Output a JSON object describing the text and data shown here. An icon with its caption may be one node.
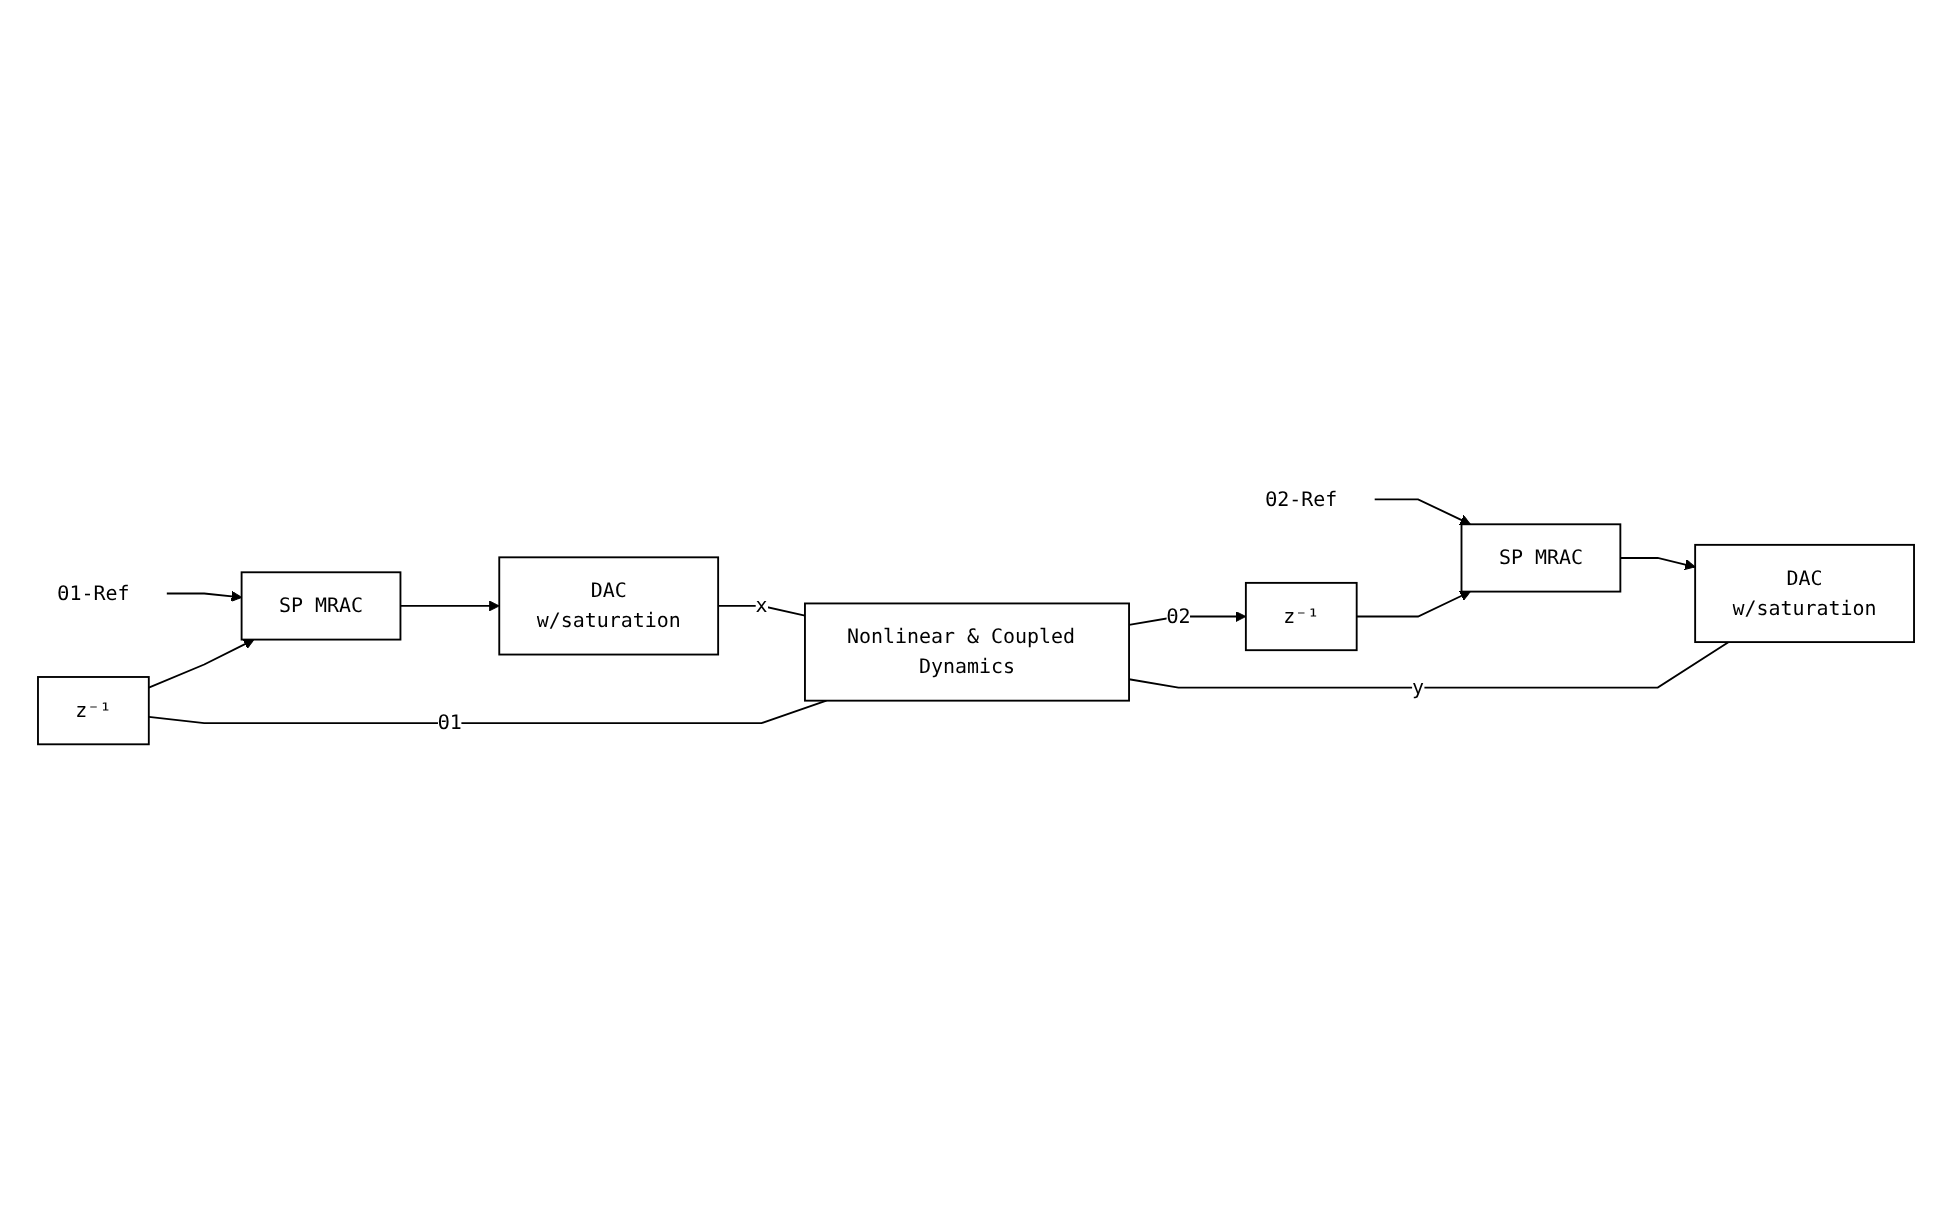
{
  "diagram": {
    "nodes": [
      {
        "text": [
          "z⁻¹"
        ]
      },
      {
        "text": [
          "Θ1-Ref"
        ]
      },
      {
        "text": [
          "SP MRAC"
        ]
      },
      {
        "text": [
          "DAC",
          "w/saturation"
        ]
      },
      {
        "text": [
          "Nonlinear & Coupled Dynamics"
        ]
      },
      {
        "text": [
          "Θ2-Ref"
        ]
      },
      {
        "text": [
          "SP MRAC"
        ]
      },
      {
        "text": [
          "DAC",
          "w/saturation"
        ]
      },
      {
        "text": [
          "z⁻¹"
        ]
      }
    ],
    "edges": [
      {
        "from": 1,
        "to": 2,
        "arrow": "to"
      },
      {
        "from": 2,
        "to": 3,
        "arrow": "to"
      },
      {
        "from": 3,
        "to": 4,
        "arrow": "none",
        "label": "x"
      },
      {
        "from": 4,
        "to": 0,
        "arrow": "none",
        "label": "Θ1"
      },
      {
        "from": 0,
        "to": 2,
        "arrow": "to"
      },
      {
        "from": 5,
        "to": 6,
        "arrow": "to"
      },
      {
        "from": 6,
        "to": 7,
        "arrow": "to"
      },
      {
        "from": 7,
        "to": 4,
        "arrow": "none",
        "label": "y"
      },
      {
        "from": 4,
        "to": 8,
        "arrow": "to",
        "label": "Θ2"
      },
      {
        "from": 8,
        "to": 6,
        "arrow": "to"
      }
    ]
  }
}
